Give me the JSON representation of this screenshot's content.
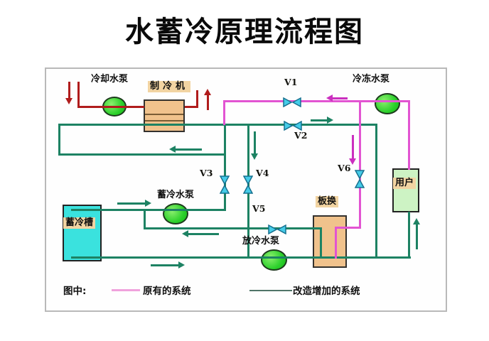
{
  "title": "水蓄冷原理流程图",
  "equipment": {
    "cooling_pump": "冷却水泵",
    "chiller": "制冷机",
    "chilled_pump": "冷冻水泵",
    "storage_pump": "蓄冷水泵",
    "discharge_pump": "放冷水泵",
    "storage_tank": "蓄冷槽",
    "plate_heat_exchanger": "板换",
    "user": "用户"
  },
  "valves": [
    {
      "label": "V1"
    },
    {
      "label": "V2"
    },
    {
      "label": "V3"
    },
    {
      "label": "V4"
    },
    {
      "label": "V5"
    },
    {
      "label": "V6"
    }
  ],
  "legend": {
    "prefix": "图中:",
    "items": [
      {
        "label": "原有的系统",
        "color": "#f0a2dc"
      },
      {
        "label": "改造增加的系统",
        "color": "#4f7468"
      }
    ]
  },
  "icons": {
    "pump": "green-circle-pump",
    "valve": "cyan-bowtie-valve",
    "flow_arrow": "direction-arrow"
  },
  "colors": {
    "original_system_pink": "#e254d2",
    "added_system_green": "#1d8263",
    "cooling_water_red": "#b01c1c",
    "valve_cyan": "#45cce8",
    "pump_green": "#2bd02b",
    "tank_cyan": "#3ae2de",
    "equipment_tan": "#f0c28c",
    "user_box_green": "#cdf3c4",
    "label_bg_tan": "#f2d4a2"
  }
}
